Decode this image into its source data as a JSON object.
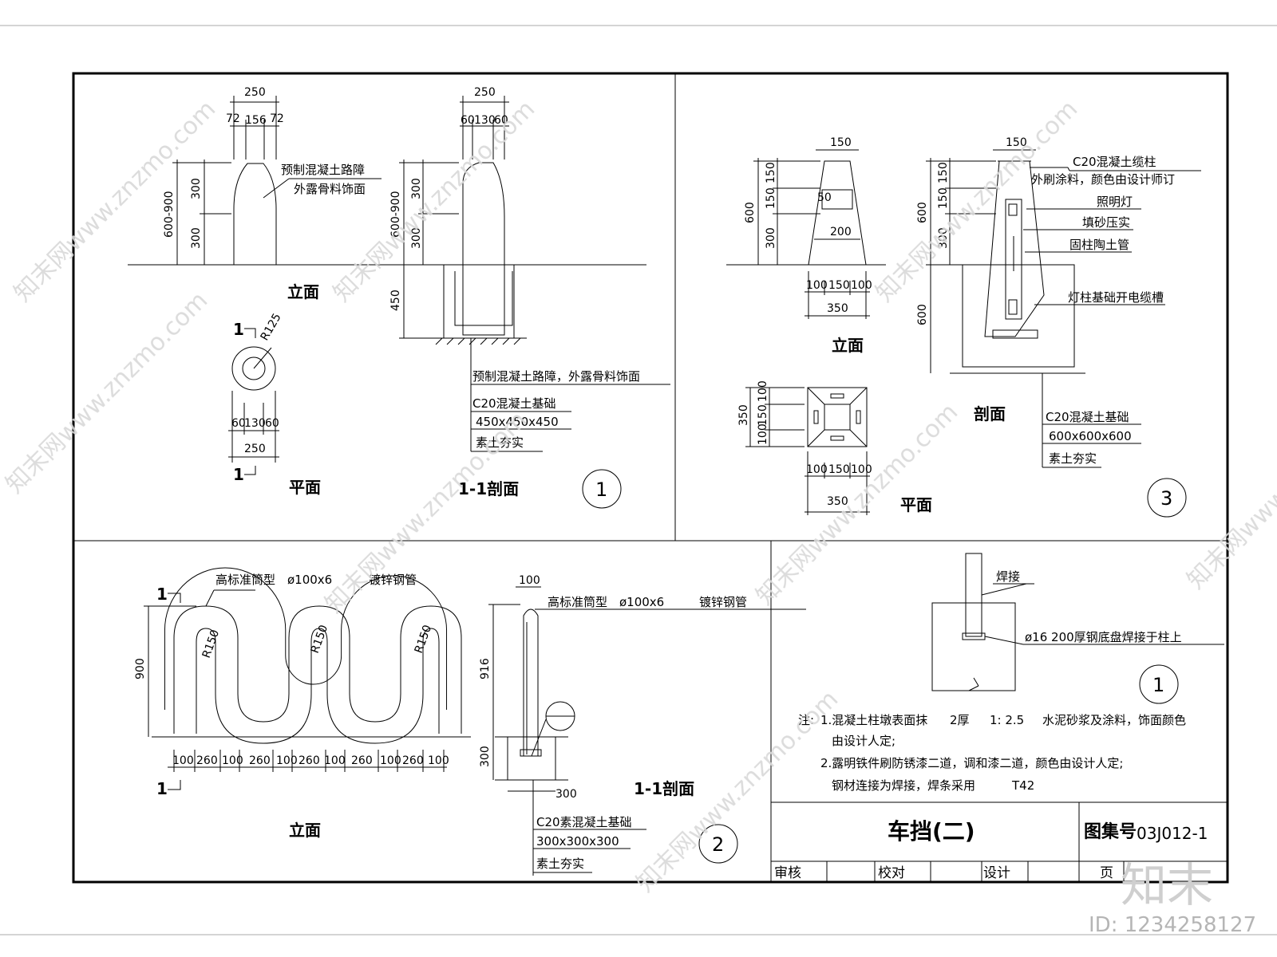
{
  "title_block": {
    "drawing_title": "车挡(二)",
    "atlas_label": "图集号",
    "atlas_no": "03J012-1",
    "review": "审核",
    "check": "校对",
    "design": "设计",
    "page": "页"
  },
  "panel1": {
    "label_elevation": "立面",
    "label_plan": "平面",
    "label_section": "1-1剖面",
    "circle_no": "1",
    "dims": {
      "w250a": "250",
      "d72a": "72",
      "d156": "156",
      "d72b": "72",
      "h600900": "600-900",
      "h300a": "300",
      "h300b": "300",
      "r125": "R125",
      "p60a": "60",
      "p130": "130",
      "p60b": "60",
      "p250": "250",
      "s250": "250",
      "s60a": "60",
      "s130": "130",
      "s60b": "60",
      "s600900": "600-900",
      "s300a": "300",
      "s300b": "300",
      "s450": "450"
    },
    "cut_mark": "1",
    "note_barrier": "预制混凝土路障",
    "note_finish": "外露骨料饰面",
    "note_section_barrier": "预制混凝土路障，外露骨料饰面",
    "note_foundation": "C20混凝土基础",
    "note_foundation_size": "450x450x450",
    "note_soil": "素土夯实"
  },
  "panel3": {
    "label_elevation": "立面",
    "label_section": "剖面",
    "label_plan": "平面",
    "circle_no": "3",
    "dims": {
      "e150": "150",
      "e600": "600",
      "e150a": "150",
      "e150b": "150",
      "e300": "300",
      "e50": "50",
      "e200": "200",
      "e100a": "100",
      "e150c": "150",
      "e100b": "100",
      "e350": "350",
      "p350": "350",
      "p100a": "100",
      "p150": "150",
      "p100b": "100",
      "q100a": "100",
      "q150": "150",
      "q100b": "100",
      "q350": "350",
      "s150": "150",
      "s600": "600",
      "s150a": "150",
      "s150b": "150",
      "s300": "300",
      "s600b": "600"
    },
    "note_c20": "C20混凝土缆柱",
    "note_paint": "外刷涂料，颜色由设计师订",
    "note_light": "照明灯",
    "note_sand": "填砂压实",
    "note_pipe": "固柱陶土管",
    "note_cable": "灯柱基础开电缆槽",
    "note_foundation": "C20混凝土基础",
    "note_foundation_size": "600x600x600",
    "note_soil": "素土夯实"
  },
  "panel2": {
    "label_elevation": "立面",
    "label_section": "1-1剖面",
    "circle_no": "2",
    "note_type": "高标准筒型",
    "note_pipe_size": "ø100x6",
    "note_pipe": "镀锌钢管",
    "dims": {
      "h900": "900",
      "r150a": "R150",
      "r150b": "R150",
      "r150c": "R150",
      "b1": "100",
      "b2": "260",
      "b3": "100",
      "b4": "260",
      "b5": "100",
      "b6": "260",
      "b7": "100",
      "b8": "260",
      "b9": "100",
      "b10": "260",
      "b11": "100",
      "t100": "100",
      "h916": "916",
      "h300": "300",
      "w300": "300"
    },
    "cut_mark": "1",
    "note_foundation": "C20素混凝土基础",
    "note_foundation_size": "300x300x300",
    "note_soil": "素土夯实"
  },
  "panel4": {
    "circle_no": "1",
    "note_weld": "焊接",
    "note_plate": "ø16  200厚钢底盘焊接于柱上",
    "notes_label": "注:",
    "note1a": "1.混凝土柱墩表面抹",
    "note1b": "2厚",
    "note1c": "1: 2.5",
    "note1d": "水泥砂浆及涂料，饰面颜色",
    "note1e": "由设计人定;",
    "note2a": "2.露明铁件刷防锈漆二道，调和漆二道，颜色由设计人定;",
    "note2b": "钢材连接为焊接，焊条采用",
    "note2c": "T42"
  },
  "watermark": {
    "site": "知末网www.znzmo.com",
    "logo": "知末",
    "id": "ID: 1234258127"
  }
}
